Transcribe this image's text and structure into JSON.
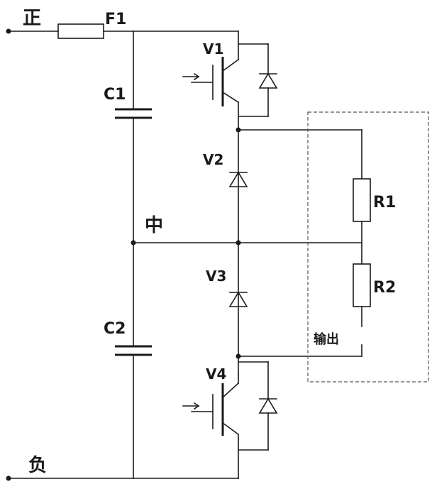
{
  "labels": {
    "positive": "正",
    "fuse": "F1",
    "c1": "C1",
    "c2": "C2",
    "neutral": "中",
    "negative": "负",
    "v1": "V1",
    "v2": "V2",
    "v3": "V3",
    "v4": "V4",
    "r1": "R1",
    "r2": "R2",
    "output": "输出"
  }
}
